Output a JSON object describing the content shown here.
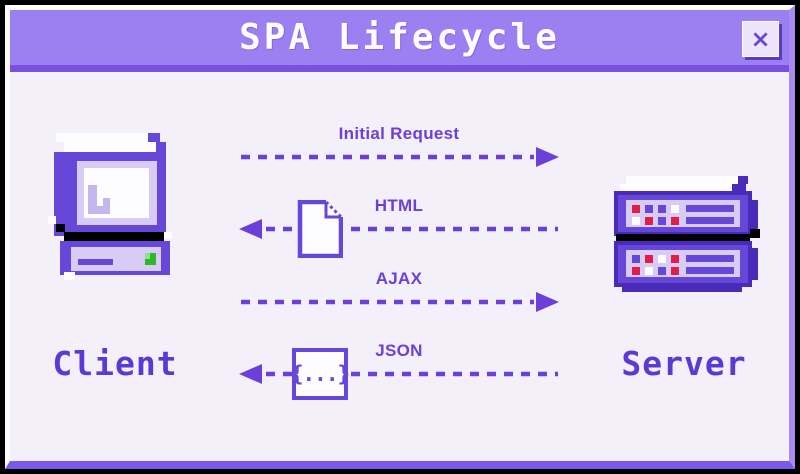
{
  "window": {
    "title": "SPA Lifecycle",
    "close_icon": "×"
  },
  "nodes": {
    "client": {
      "label": "Client",
      "icon": "retro-computer-icon"
    },
    "server": {
      "label": "Server",
      "icon": "server-rack-icon"
    }
  },
  "messages": [
    {
      "label": "Initial Request",
      "from": "client",
      "to": "server",
      "direction": "right",
      "icon": null
    },
    {
      "label": "HTML",
      "from": "server",
      "to": "client",
      "direction": "left",
      "icon": "document-icon"
    },
    {
      "label": "AJAX",
      "from": "client",
      "to": "server",
      "direction": "right",
      "icon": null
    },
    {
      "label": "JSON",
      "from": "server",
      "to": "client",
      "direction": "left",
      "icon": "code-braces-icon",
      "icon_text": "{...}"
    }
  ],
  "colors": {
    "titlebar": "#9c7ff1",
    "titlebar_shadow": "#7a50e0",
    "canvas_bg": "#f4f0fa",
    "accent_arrow": "#6b3fd8",
    "pixel_text": "#5b39d4",
    "icon_purple": "#6747d8",
    "icon_dark_purple": "#4a2ab8",
    "icon_light": "#d8cbf4",
    "led_red": "#e11d48",
    "led_green": "#2eb82e",
    "frame_black": "#000000"
  }
}
